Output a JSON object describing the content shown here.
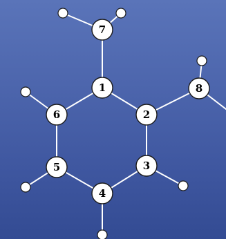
{
  "diagram": {
    "background_top": "#5a74b9",
    "background_bottom": "#334b93",
    "atoms": [
      {
        "label": "1"
      },
      {
        "label": "2"
      },
      {
        "label": "3"
      },
      {
        "label": "4"
      },
      {
        "label": "5"
      },
      {
        "label": "6"
      },
      {
        "label": "7"
      },
      {
        "label": "8"
      }
    ]
  }
}
